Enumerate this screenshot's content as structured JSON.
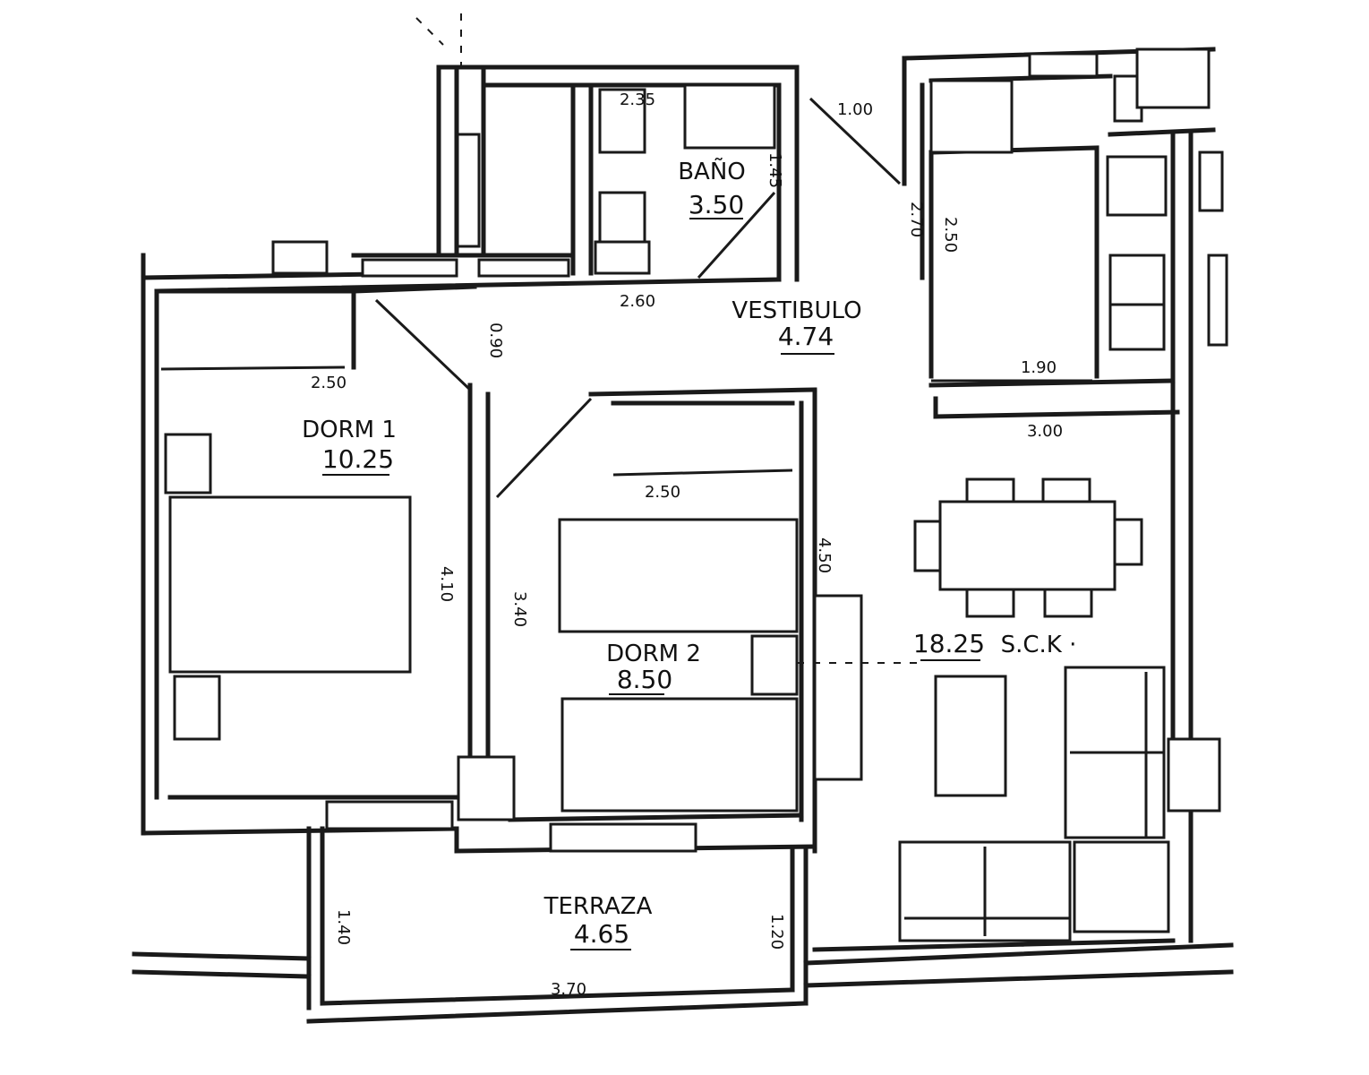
{
  "plan": {
    "rooms": [
      {
        "id": "bano",
        "name": "BAÑO",
        "area": "3.50"
      },
      {
        "id": "vestibulo",
        "name": "VESTIBULO",
        "area": "4.74"
      },
      {
        "id": "dorm1",
        "name": "DORM 1",
        "area": "10.25"
      },
      {
        "id": "dorm2",
        "name": "DORM 2",
        "area": "8.50"
      },
      {
        "id": "sck",
        "name": "S.C.K ·",
        "area": "18.25"
      },
      {
        "id": "terraza",
        "name": "TERRAZA",
        "area": "4.65"
      }
    ],
    "dimensions": {
      "d_bano_top": "2.35",
      "d_bano_side": "1.45",
      "d_entry": "1.00",
      "d_kitchen_a": "2.70",
      "d_kitchen_b": "2.50",
      "d_corridor": "2.60",
      "d_door": "0.90",
      "d_dorm1_wardrobe": "2.50",
      "d_dorm1_side": "4.10",
      "d_dorm2_wardrobe": "2.50",
      "d_dorm2_left": "3.40",
      "d_dorm2_right": "4.50",
      "d_kitchen_bottom": "1.90",
      "d_living_top": "3.00",
      "d_terraza_left": "1.40",
      "d_terraza_right": "1.20",
      "d_terraza_bottom": "3.70"
    }
  }
}
